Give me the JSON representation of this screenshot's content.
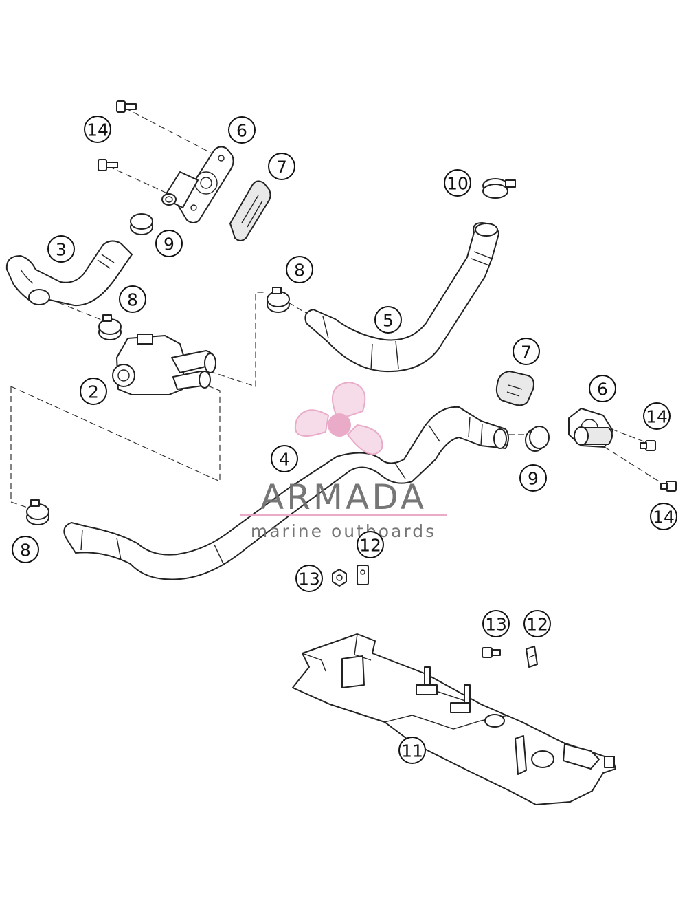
{
  "callouts": {
    "c14a": "14",
    "c6a": "6",
    "c7a": "7",
    "c10": "10",
    "c3": "3",
    "c9a": "9",
    "c8a": "8",
    "c8b": "8",
    "c5": "5",
    "c7b": "7",
    "c2": "2",
    "c6b": "6",
    "c14b": "14",
    "c4": "4",
    "c9b": "9",
    "c14c": "14",
    "c8c": "8",
    "c12a": "12",
    "c13a": "13",
    "c13b": "13",
    "c12b": "12",
    "c11": "11"
  },
  "watermark": {
    "brand": "ARMADA",
    "tagline": "marine outboards",
    "colors": {
      "logo": "#e8a7c6",
      "text": "#6f6f6f",
      "rule": "#e8a7c6"
    }
  },
  "colors": {
    "line": "#222222",
    "background": "#ffffff"
  }
}
